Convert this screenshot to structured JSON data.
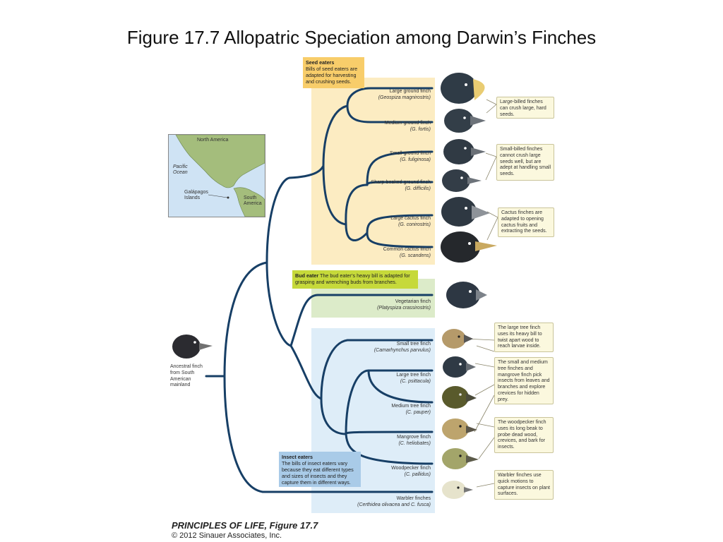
{
  "title": "Figure 17.7  Allopatric Speciation among Darwin’s Finches",
  "groups": {
    "seed": {
      "heading": "Seed eaters",
      "text": "Bills of seed eaters are adapted for harvesting and crushing seeds."
    },
    "bud": {
      "heading": "Bud eater",
      "text": "The bud eater’s heavy bill is adapted for grasping and wrenching buds from branches."
    },
    "insect": {
      "heading": "Insect eaters",
      "text": "The bills of insect eaters vary because they eat different types and sizes of insects and they capture them in different ways."
    }
  },
  "map": {
    "north_america": "North America",
    "pacific": "Pacific Ocean",
    "galapagos": "Galápagos Islands",
    "south_america": "South America"
  },
  "ancestor": "Ancestral finch from South American mainland",
  "finches": [
    {
      "name": "Large ground finch",
      "sci": "(Geospiza magnirostris)"
    },
    {
      "name": "Medium ground finch",
      "sci": "(G. fortis)"
    },
    {
      "name": "Small ground finch",
      "sci": "(G. fuliginosa)"
    },
    {
      "name": "Sharp-beaked ground finch",
      "sci": "(G. difficilis)"
    },
    {
      "name": "Large cactus finch",
      "sci": "(G. conirostris)"
    },
    {
      "name": "Common cactus finch",
      "sci": "(G. scandens)"
    },
    {
      "name": "Vegetarian finch",
      "sci": "(Platyspiza crassirostris)"
    },
    {
      "name": "Small tree finch",
      "sci": "(Camarhynchus parvulus)"
    },
    {
      "name": "Large tree finch",
      "sci": "(C. psittacula)"
    },
    {
      "name": "Medium tree finch",
      "sci": "(C. pauper)"
    },
    {
      "name": "Mangrove finch",
      "sci": "(C. heliobates)"
    },
    {
      "name": "Woodpecker finch",
      "sci": "(C. pallidus)"
    },
    {
      "name": "Warbler finches",
      "sci": "(Certhidea olivacea and C. fusca)"
    }
  ],
  "notes": [
    "Large-billed finches can crush large, hard seeds.",
    "Small-billed finches cannot crush large seeds well, but are adept at handling small seeds.",
    "Cactus finches are adapted to opening cactus fruits and extracting the seeds.",
    "The large tree finch uses its heavy bill to twist apart wood to reach larvae inside.",
    "The small and medium tree finches and mangrove finch pick insects from leaves and branches and explore crevices for hidden prey.",
    "The woodpecker finch uses its long beak to probe dead wood, crevices, and bark for insects.",
    "Warbler finches use quick motions to capture insects on plant surfaces."
  ],
  "credit": {
    "book": "PRINCIPLES OF LIFE, Figure 17.7",
    "copyright": "© 2012 Sinauer Associates, Inc."
  },
  "colors": {
    "tree": "#173f66",
    "seed_zone": "#fcecc2",
    "bud_zone": "#dcebc9",
    "insect_zone": "#deedf8",
    "seed_box": "#f8cd6a",
    "bud_box": "#c6d93a",
    "insect_box": "#a9cbe8"
  }
}
